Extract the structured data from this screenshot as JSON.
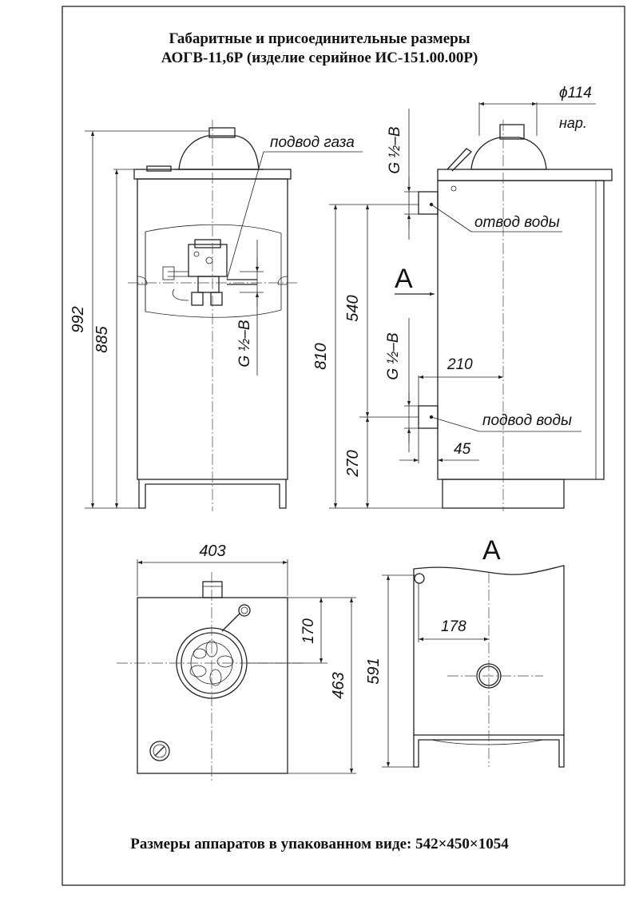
{
  "drawing": {
    "title_line1": "Габаритные и присоединительные размеры",
    "title_line2": "АОГВ-11,6Р (изделие серийное ИС-151.00.00Р)",
    "footer": "Размеры аппаратов в упакованном виде: 542×450×1054"
  },
  "front_view": {
    "dim_overall_height": "992",
    "dim_body_height": "885",
    "gas_thread": "G ½–B",
    "gas_inlet_label": "подвод газа"
  },
  "side_view": {
    "flue_diameter": "ϕ114",
    "flue_note": "нар.",
    "top_thread": "G ½–B",
    "bottom_thread": "G ½–B",
    "water_outlet_label": "отвод воды",
    "water_inlet_label": "подвод воды",
    "view_marker": "А",
    "dim_810": "810",
    "dim_540": "540",
    "dim_270": "270",
    "dim_210": "210",
    "dim_45": "45"
  },
  "top_view": {
    "dim_width": "403",
    "dim_170": "170",
    "dim_463": "463"
  },
  "view_a": {
    "marker": "А",
    "dim_591": "591",
    "dim_178": "178"
  }
}
